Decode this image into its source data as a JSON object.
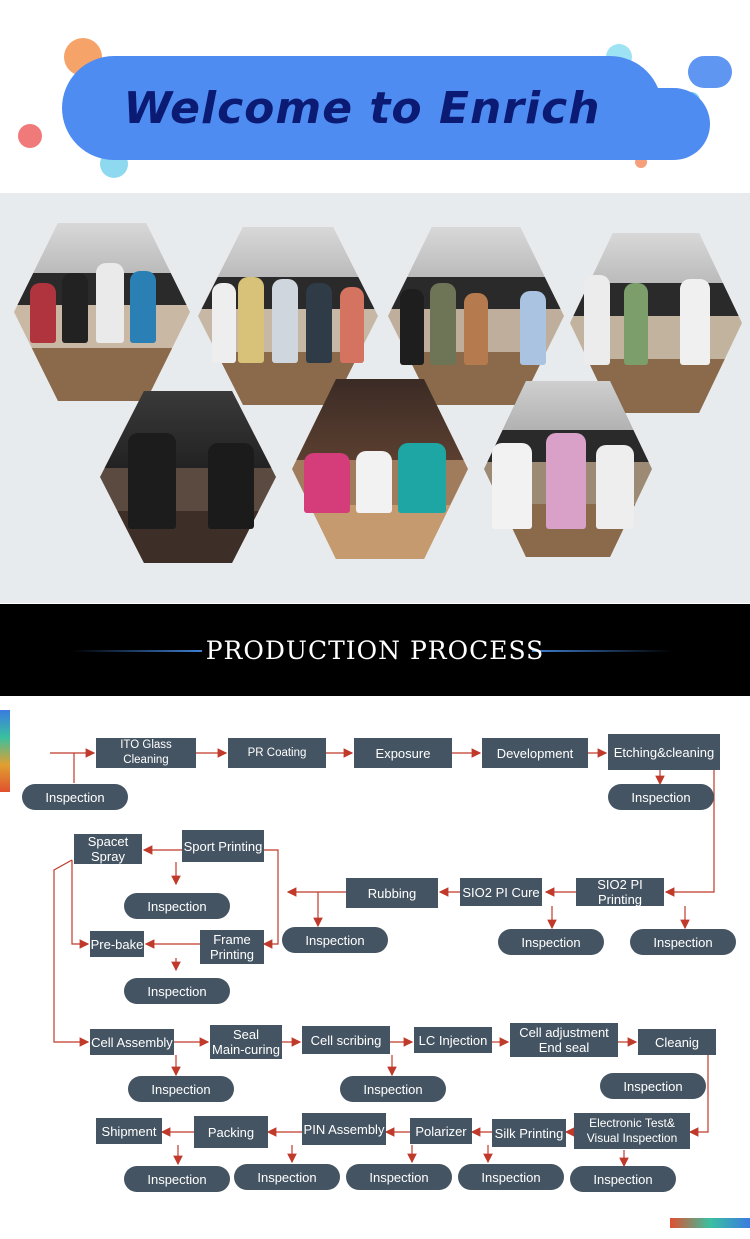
{
  "banner": {
    "title": "Welcome to Enrich"
  },
  "process": {
    "title": "PRODUCTION  PROCESS"
  },
  "colors": {
    "arrow": "#c0392b",
    "box": "#455462",
    "banner": "#4f8cf2"
  },
  "steps": {
    "ito": "ITO Glass Cleaning",
    "pr": "PR Coating",
    "exposure": "Exposure",
    "development": "Development",
    "etching": "Etching&cleaning",
    "spacet": "Spacet\nSpray",
    "sport": "Sport Printing",
    "rubbing": "Rubbing",
    "sio2cure": "SIO2 PI Cure",
    "sio2print": "SIO2 PI Printing",
    "prebake": "Pre-bake",
    "frame": "Frame\nPrinting",
    "cell": "Cell  Assembly",
    "seal": "Seal\nMain-curing",
    "scribing": "Cell scribing",
    "lc": "LC Injection",
    "celladj": "Cell adjustment\nEnd seal",
    "cleanig": "Cleanig",
    "shipment": "Shipment",
    "packing": "Packing",
    "pin": "PIN Assembly",
    "polarizer": "Polarizer",
    "silk": "Silk Printing",
    "etest": "Electronic Test&\nVisual Inspection",
    "inspection": "Inspection"
  }
}
